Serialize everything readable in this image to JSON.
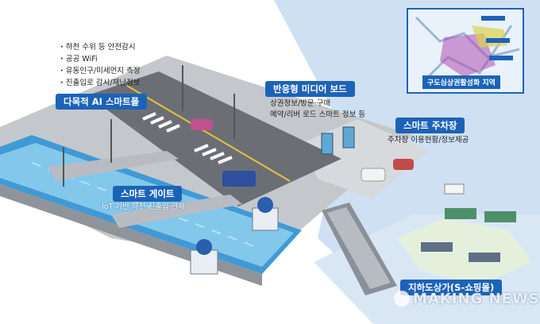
{
  "smart_pole": {
    "title": "다목적 AI 스마트폴",
    "features": [
      "하천 수위 등 안전감시",
      "공공 WiFi",
      "유동인구/미세먼지 측정",
      "진출입로 감시/재난정보"
    ]
  },
  "smart_gate": {
    "title": "스마트 게이트",
    "desc": "IoT 기반 하천 진출입 관제"
  },
  "media_board": {
    "title": "반응형 미디어 보드",
    "desc_line1": "상권정보/방문·구매",
    "desc_line2": "예약/리버 로드 스마트 정보 등"
  },
  "parking": {
    "title": "스마트 주차장",
    "desc": "주차장 이용현황/정보제공"
  },
  "map": {
    "caption": "구도심상권활성화 지역"
  },
  "underground": {
    "title": "지하도상가(S-쇼핑몰)"
  },
  "watermark": {
    "text": "MAKING NEWS"
  },
  "colors": {
    "label_bg": "#1c63b8",
    "sky": "#c8daf0",
    "river": "#7ec3e8",
    "road": "#6e7178"
  }
}
